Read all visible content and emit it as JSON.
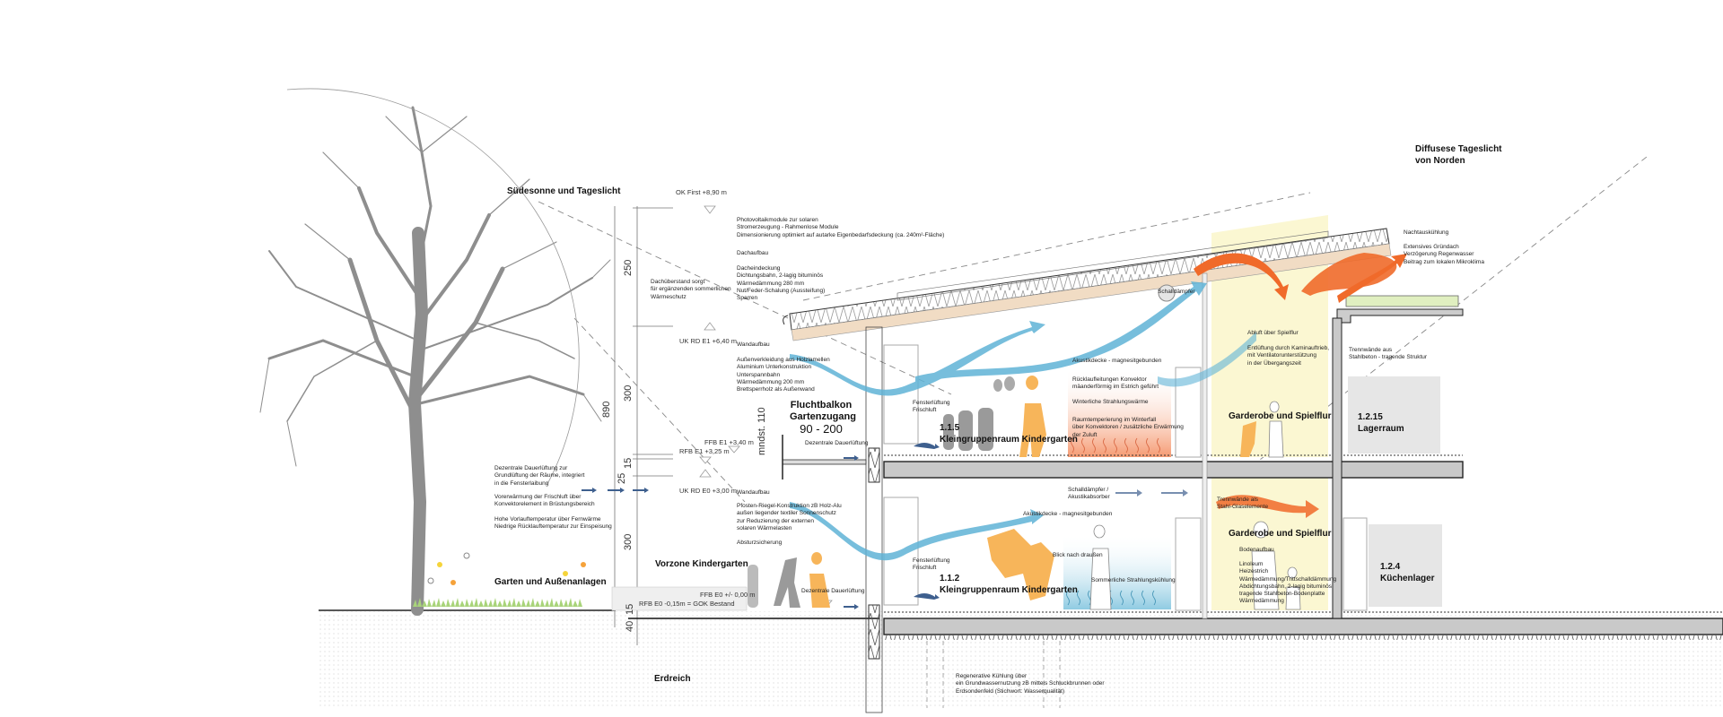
{
  "headings": {
    "sun": "Südesonne und Tageslicht",
    "north_light": [
      "Diffusese Tageslicht",
      "von Norden"
    ],
    "garden": "Garten und Außenanlagen",
    "forecourt": "Vorzone Kindergarten",
    "soil": "Erdreich",
    "balcony": [
      "Fluchtbalkon",
      "Gartenzugang",
      "90 - 200"
    ],
    "room_115": [
      "1.1.5",
      "Kleingruppenraum Kindergarten"
    ],
    "room_112": [
      "1.1.2",
      "Kleingruppenraum Kindergarten"
    ],
    "corridor_upper": "Garderobe und Spielflur",
    "corridor_lower": "Garderobe und Spielflur",
    "room_1215": [
      "1.2.15",
      "Lagerraum"
    ],
    "room_124": [
      "1.2.4",
      "Küchenlager"
    ]
  },
  "levels": {
    "ok_first": "OK First +8,90 m",
    "uk_rd_e1": "UK RD E1 +6,40 m",
    "ffb_e1": "FFB E1 +3,40 m",
    "rfb_e1": "RFB E1 +3,25 m",
    "uk_rd_e0": "UK RD E0 +3,00 m",
    "ffb_e0": "FFB E0 +/- 0,00 m",
    "rfb_e0": "RFB E0 -0,15m = GOK Bestand"
  },
  "dimensions": {
    "d250": "250",
    "d300_upper": "300",
    "d890": "890",
    "d25": "25",
    "d15": "15",
    "d300_lower": "300",
    "d40": "40",
    "d15_ground": "15",
    "railing": "mndst. 110"
  },
  "notes": {
    "pv": [
      "Photovoltaikmodule zur solaren",
      "Stromerzeugung - Rahmenlose Module",
      "Dimensionierung optimiert auf autarke Eigenbedarfsdeckung (ca. 240m²-Fläche)"
    ],
    "roof_title": "Dachaufbau",
    "roof": [
      "Dacheindeckung",
      "Dichtungsbahn, 2-lagig bituminös",
      "Wärmedämmung 280 mm",
      "Nut/Feder-Schalung (Aussteifung)",
      "Sparren"
    ],
    "overhang": [
      "Dachüberstand sorgt",
      "für ergänzenden sommerlichen",
      "Wärmeschutz"
    ],
    "wall_title_upper": "Wandaufbau",
    "wall_upper": [
      "Außenverkleidung aus Holzlamellen",
      "Aluminium Unterkonstruktion",
      "Unterspannbahn",
      "Wärmedämmung 200 mm",
      "Brettsperrholz als Außenwand"
    ],
    "wall_title_lower": "Wandaufbau",
    "wall_lower": [
      "Pfosten-Riegel-Konstruktion zB Holz-Alu",
      "außen liegender textiler Sonnenschutz",
      "zur Reduzierung der externen",
      "solaren Wärmelasten"
    ],
    "fall_protection": "Absturzsicherung",
    "ventilation_left_1": [
      "Dezentrale Dauerlüftung zur",
      "Grundlüftung der Räume, integriert",
      "in die Fensterlaibung"
    ],
    "ventilation_left_2": [
      "Vorerwärmung der Frischluft über",
      "Konvektorelement in Brüstungsbereich"
    ],
    "ventilation_left_3": [
      "Hohe Vorlauftemperatur über Fernwärme",
      "Niedrige Rücklauftemperatur zur Einspeisung"
    ],
    "decentral_upper": "Dezentrale Dauerlüftung",
    "decentral_lower": "Dezentrale Dauerlüftung",
    "window_upper": [
      "Fensterlüftung",
      "Frischluft"
    ],
    "window_lower": [
      "Fensterlüftung",
      "Frischluft"
    ],
    "silencer": "Schalldämpfer",
    "acoustic_upper": "Akustikdecke - magnesitgebunden",
    "return_pipes": [
      "Rücklaufleitungen Konvektor",
      "mäanderförmig im Estrich geführt"
    ],
    "winter_radiant": "Winterliche Strahlungswärme",
    "winter_temp": [
      "Raumtemperierung im Winterfall",
      "über Konvektoren / zusätzliche Erwärmung",
      "der Zuluft"
    ],
    "exhaust": "Abluft über Spielflur",
    "stack": [
      "Entlüftung durch Kaminauftrieb,",
      "mit Ventilatorunterstützung",
      "in der Übergangszeit"
    ],
    "partition_upper": [
      "Trennwände aus",
      "Stahlbeton - tragende Struktur"
    ],
    "night_cooling": "Nachtauskühlung",
    "green_roof": [
      "Extensives Gründach",
      "Verzögerung Regenwasser",
      "Beitrag zum lokalen Mikroklima"
    ],
    "silencer_lower": [
      "Schalldämpfer /",
      "Akustikabsorber"
    ],
    "acoustic_lower": "Akustikdecke - magnesitgebunden",
    "view_out": "Blick nach draußen",
    "summer_cooling": "Sommerliche Strahlungskühlung",
    "partition_lower": [
      "Trennwände als",
      "Stahl-Glaselemente"
    ],
    "floor_title": "Bodenaufbau",
    "floor": [
      "Linoleum",
      "Heizestrich",
      "Wärmedämmung/Trittschalldämmung",
      "Abdichtungsbahn, 2-lagig bituminös",
      "tragende Stahlbeton-Bodenplatte",
      "Wärmedämmung"
    ],
    "geothermal": [
      "Regenerative Kühlung über",
      "ein Grundwassernutzung zB mittels Schluckbrunnen oder",
      "Erdsondenfeld (Stichwort: Wasserqualität)"
    ]
  },
  "colors": {
    "fresh_air": "#5fb3d6",
    "exhaust_air": "#f06a2a",
    "figure_child": "#f7b55a",
    "figure_gray": "#9a9a9a",
    "corridor_fill": "#fbf7d2",
    "heating": "#f7a079",
    "cooling": "#9fd3e6",
    "timber": "#f1dcc4",
    "tree": "#8e8e8e",
    "supply_arrow": "#3e5f8e"
  }
}
